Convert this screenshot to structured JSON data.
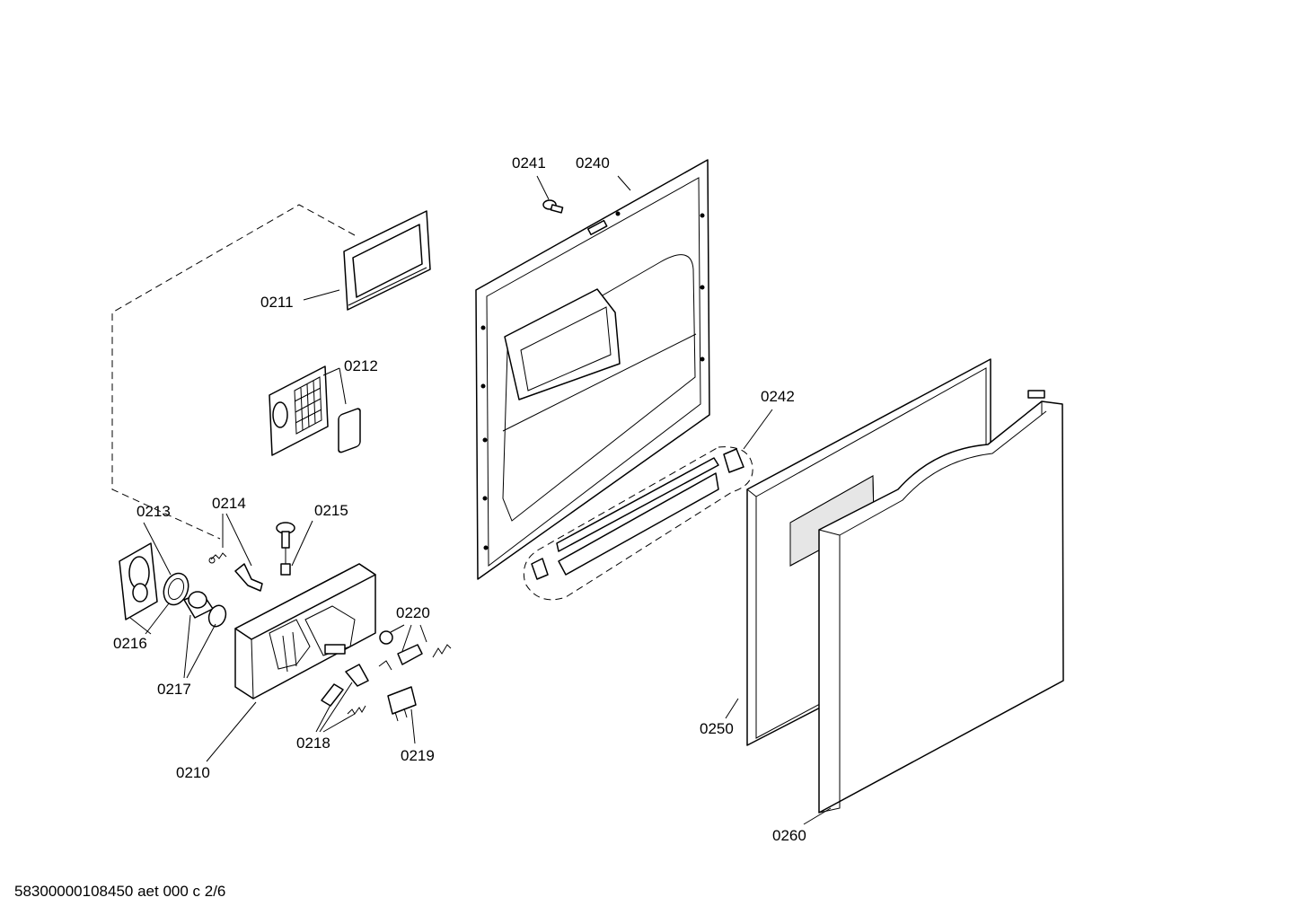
{
  "diagram": {
    "footer": "58300000108450 aet 000 c 2/6",
    "labels": {
      "p0210": "0210",
      "p0211": "0211",
      "p0212": "0212",
      "p0213": "0213",
      "p0214": "0214",
      "p0215": "0215",
      "p0216": "0216",
      "p0217": "0217",
      "p0218": "0218",
      "p0219": "0219",
      "p0220": "0220",
      "p0240": "0240",
      "p0241": "0241",
      "p0242": "0242",
      "p0250": "0250",
      "p0260": "0260"
    }
  }
}
